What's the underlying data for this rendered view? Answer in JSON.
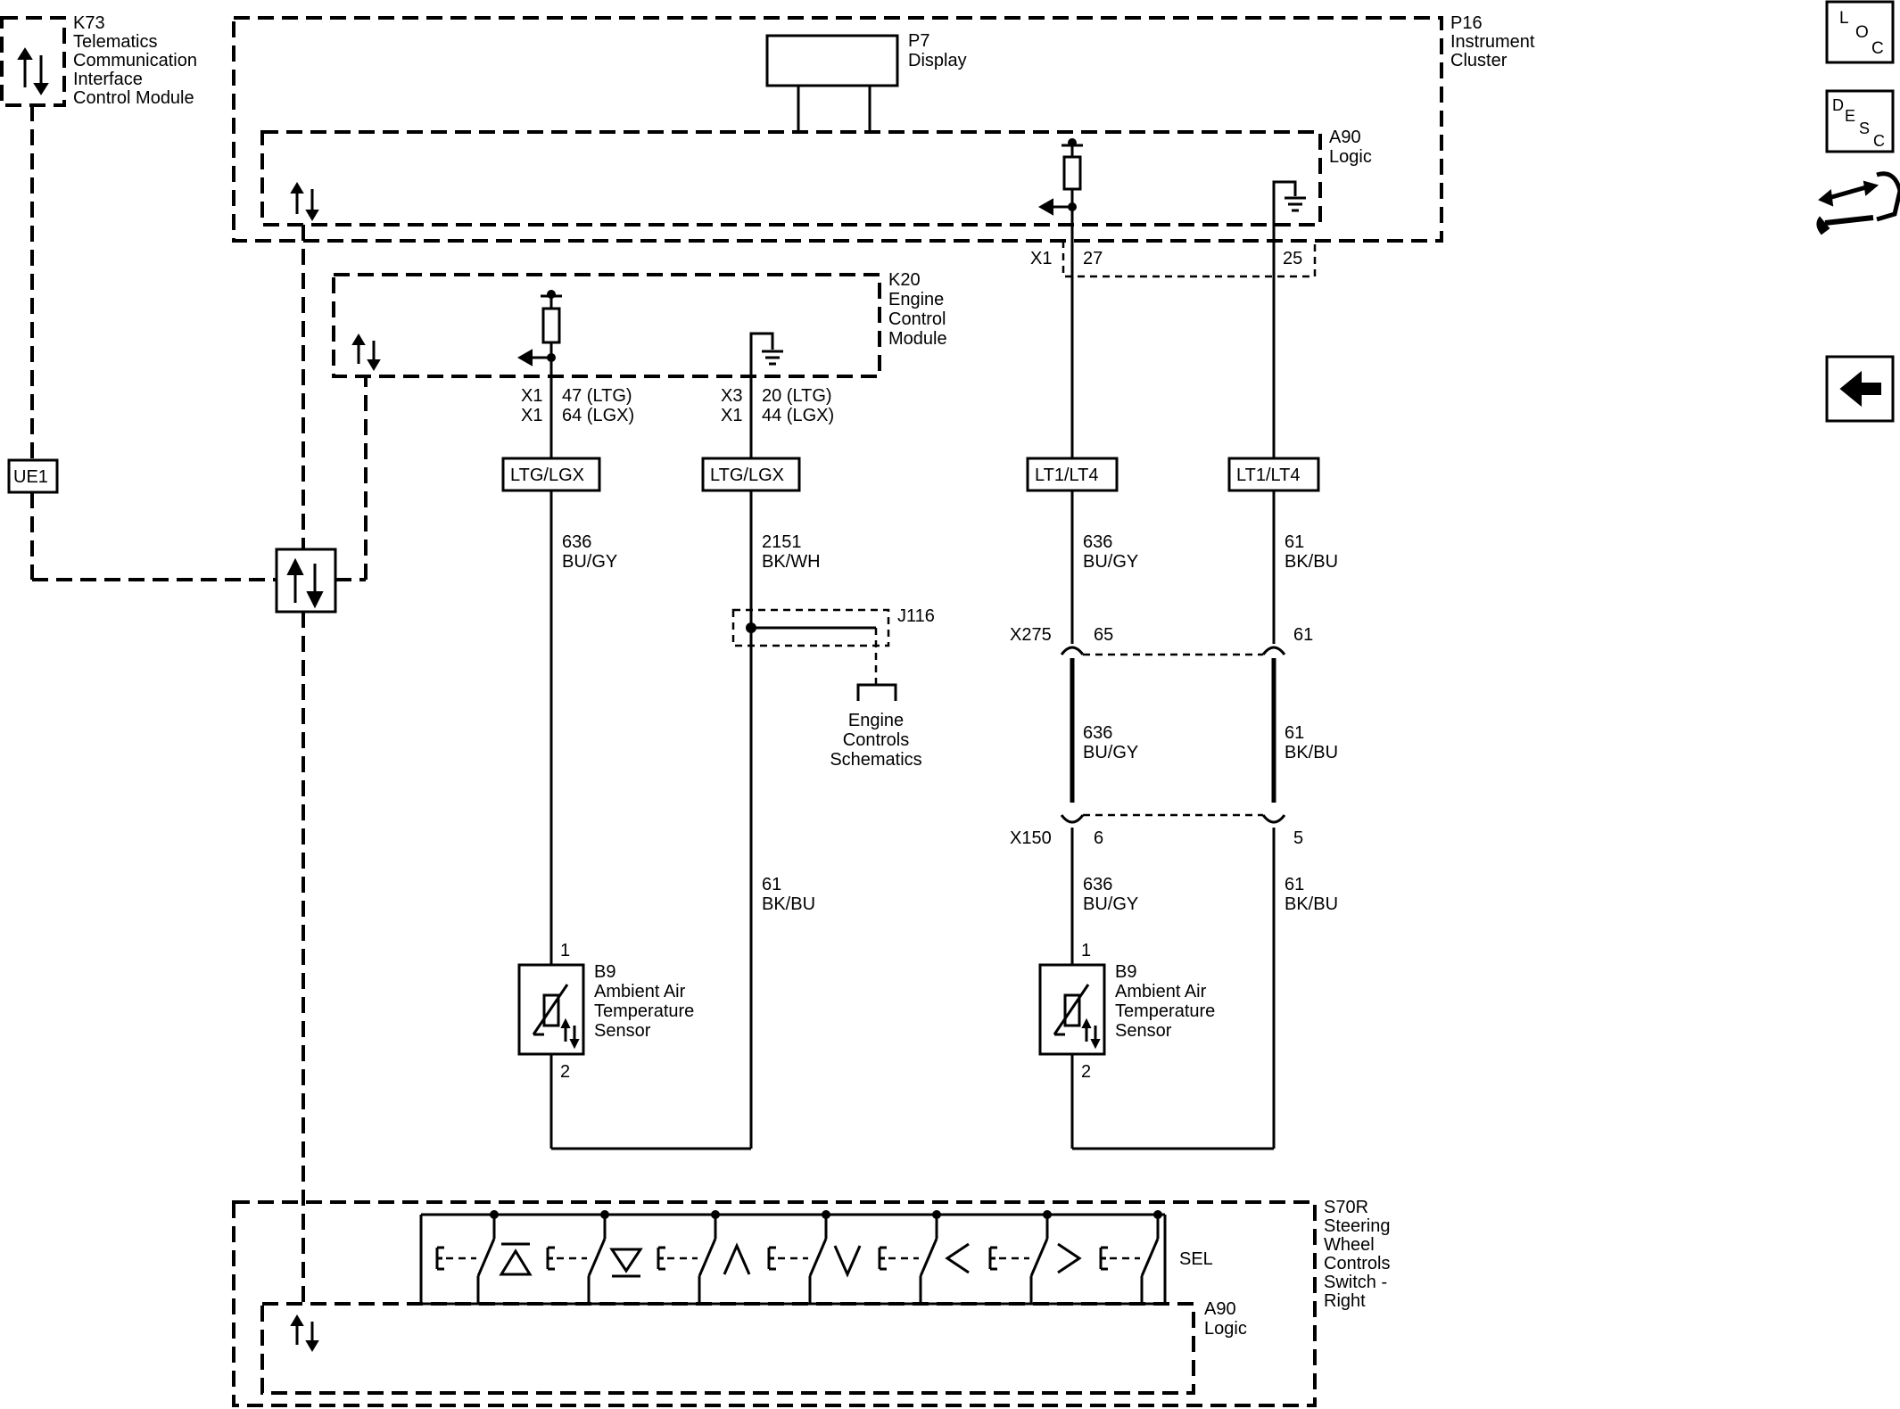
{
  "modules": {
    "k73": {
      "lines": [
        "K73",
        "Telematics",
        "Communication",
        "Interface",
        "Control Module"
      ]
    },
    "p16": {
      "lines": [
        "P16",
        "Instrument",
        "Cluster"
      ]
    },
    "p7": {
      "lines": [
        "P7",
        "Display"
      ]
    },
    "a90_top": {
      "lines": [
        "A90",
        "Logic"
      ]
    },
    "k20": {
      "lines": [
        "K20",
        "Engine",
        "Control",
        "Module"
      ]
    },
    "s70r": {
      "lines": [
        "S70R",
        "Steering",
        "Wheel",
        "Controls",
        "Switch -",
        "Right"
      ]
    },
    "a90_bottom": {
      "lines": [
        "A90",
        "Logic"
      ]
    },
    "j116": "J116",
    "engine_controls": {
      "lines": [
        "Engine",
        "Controls",
        "Schematics"
      ]
    },
    "b9_left": {
      "lines": [
        "B9",
        "Ambient Air",
        "Temperature",
        "Sensor"
      ]
    },
    "b9_right": {
      "lines": [
        "B9",
        "Ambient Air",
        "Temperature",
        "Sensor"
      ]
    }
  },
  "connectors": {
    "x1_27": {
      "name": "X1",
      "pin": "27"
    },
    "pin_25": "25",
    "k20_sig": [
      "X1",
      "47 (LTG)",
      "X1",
      "64 (LGX)"
    ],
    "k20_gnd": [
      "X3",
      "20 (LTG)",
      "X1",
      "44 (LGX)"
    ],
    "x275": {
      "name": "X275",
      "pin_a": "65",
      "pin_b": "61"
    },
    "x150": {
      "name": "X150",
      "pin_a": "6",
      "pin_b": "5"
    },
    "sensor_pins": {
      "top": "1",
      "bottom": "2"
    }
  },
  "option_tags": {
    "ltg1": "LTG/LGX",
    "ltg2": "LTG/LGX",
    "lt1": "LT1/LT4",
    "lt2": "LT1/LT4",
    "ue1": "UE1"
  },
  "wires": {
    "w_636_left": [
      "636",
      "BU/GY"
    ],
    "w_2151": [
      "2151",
      "BK/WH"
    ],
    "w_61_left": [
      "61",
      "BK/BU"
    ],
    "w_636_r1": [
      "636",
      "BU/GY"
    ],
    "w_61_r1": [
      "61",
      "BK/BU"
    ],
    "w_636_r2": [
      "636",
      "BU/GY"
    ],
    "w_61_r2": [
      "61",
      "BK/BU"
    ],
    "w_636_r3": [
      "636",
      "BU/GY"
    ],
    "w_61_r3": [
      "61",
      "BK/BU"
    ]
  },
  "switch_label": "SEL",
  "switch_glyphs": [
    "△",
    "▽",
    "∧",
    "∨",
    "<",
    ">"
  ],
  "side_buttons": {
    "loc": [
      "L",
      "O",
      "C"
    ],
    "desc": [
      "D",
      "E",
      "S",
      "C"
    ]
  }
}
